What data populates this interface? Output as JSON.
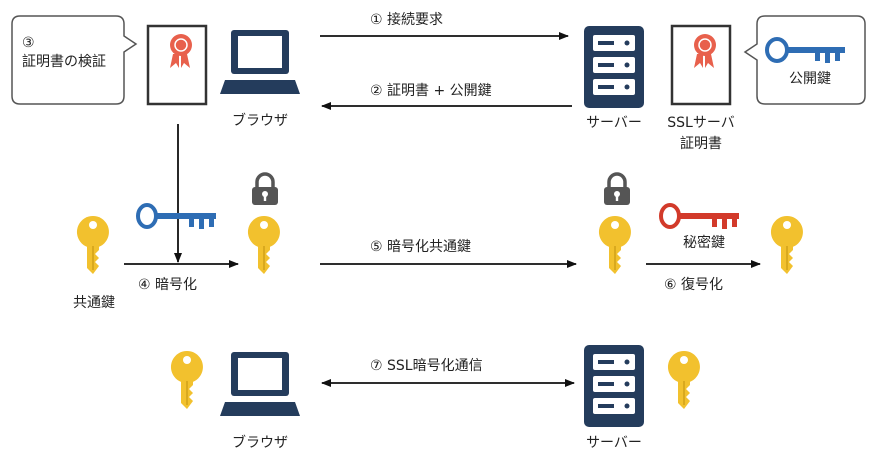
{
  "colors": {
    "key_yellow": "#F2C12E",
    "key_blue": "#2E6DB4",
    "key_red": "#D23A2A",
    "navy": "#243C5C",
    "outline": "#333333",
    "lock_grey": "#555555",
    "rosette_red": "#E8604C"
  },
  "icons": {
    "laptop": "laptop-icon",
    "server": "server-icon",
    "certificate": "certificate-icon",
    "key": "key-icon",
    "lock": "lock-icon",
    "speech_bubble": "speech-bubble"
  },
  "steps": {
    "s1": "① 接続要求",
    "s2": "② 証明書 + 公開鍵",
    "s3_line1": "③",
    "s3_line2": "証明書の検証",
    "s4": "④ 暗号化",
    "s5": "⑤ 暗号化共通鍵",
    "s6": "⑥ 復号化",
    "s7": "⑦ SSL暗号化通信"
  },
  "labels": {
    "browser_top": "ブラウザ",
    "server_top": "サーバー",
    "cert_line1": "SSLサーバ",
    "cert_line2": "証明書",
    "public_key": "公開鍵",
    "common_key": "共通鍵",
    "private_key": "秘密鍵",
    "browser_bottom": "ブラウザ",
    "server_bottom": "サーバー"
  }
}
